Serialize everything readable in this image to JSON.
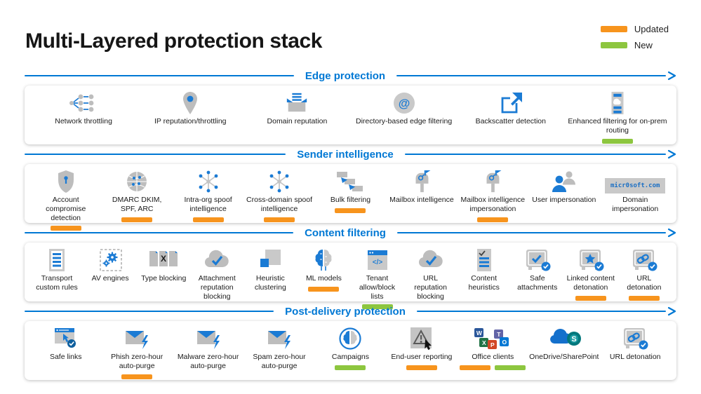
{
  "title": "Multi-Layered protection stack",
  "legend": {
    "items": [
      {
        "key": "updated",
        "label": "Updated",
        "color": "#F7941D"
      },
      {
        "key": "new",
        "label": "New",
        "color": "#8DC63F"
      }
    ]
  },
  "colors": {
    "accent_blue": "#0078D4",
    "updated_orange": "#F7941D",
    "new_green": "#8DC63F",
    "icon_gray": "#BDBDBD",
    "icon_blue": "#1B7BD4"
  },
  "sections": [
    {
      "id": "edge-protection",
      "header": "Edge protection",
      "items": [
        {
          "label": "Network throttling",
          "icon": "network-icon",
          "badges": []
        },
        {
          "label": "IP reputation/throttling",
          "icon": "pin-icon",
          "badges": []
        },
        {
          "label": "Domain reputation",
          "icon": "mail-tray-icon",
          "badges": []
        },
        {
          "label": "Directory-based edge filtering",
          "icon": "at-circle-icon",
          "icon_text": "@",
          "badges": []
        },
        {
          "label": "Backscatter detection",
          "icon": "share-square-icon",
          "badges": []
        },
        {
          "label": "Enhanced filtering for on-prem routing",
          "icon": "server-filter-icon",
          "badges": [
            "new"
          ]
        }
      ]
    },
    {
      "id": "sender-intelligence",
      "header": "Sender intelligence",
      "items": [
        {
          "label": "Account compromise detection",
          "icon": "shield-icon",
          "badges": [
            "updated"
          ]
        },
        {
          "label": "DMARC DKIM, SPF, ARC",
          "icon": "globe-icon",
          "badges": [
            "updated"
          ]
        },
        {
          "label": "Intra-org spoof intelligence",
          "icon": "spoke-icon",
          "badges": [
            "updated"
          ]
        },
        {
          "label": "Cross-domain spoof intelligence",
          "icon": "spoke-icon",
          "badges": [
            "updated"
          ]
        },
        {
          "label": "Bulk filtering",
          "icon": "stairs-icon",
          "badges": [
            "updated"
          ]
        },
        {
          "label": "Mailbox intelligence",
          "icon": "mailbox-icon",
          "badges": []
        },
        {
          "label": "Mailbox intelligence impersonation",
          "icon": "mailbox-icon",
          "badges": [
            "updated"
          ]
        },
        {
          "label": "User impersonation",
          "icon": "people-icon",
          "badges": []
        },
        {
          "label": "Domain impersonation",
          "icon": "domain-text-icon",
          "icon_text": "micr0soft.com",
          "badges": []
        }
      ]
    },
    {
      "id": "content-filtering",
      "header": "Content filtering",
      "items": [
        {
          "label": "Transport custom rules",
          "icon": "doc-lines-icon",
          "badges": []
        },
        {
          "label": "AV engines",
          "icon": "gear-icon",
          "badges": []
        },
        {
          "label": "Type blocking",
          "icon": "files-x-icon",
          "icon_text": "X",
          "badges": []
        },
        {
          "label": "Attachment reputation blocking",
          "icon": "cloud-check-icon",
          "badges": []
        },
        {
          "label": "Heuristic clustering",
          "icon": "squares-icon",
          "badges": []
        },
        {
          "label": "ML models",
          "icon": "brain-icon",
          "badges": [
            "updated"
          ]
        },
        {
          "label": "Tenant allow/block lists",
          "icon": "code-window-icon",
          "icon_text": "</>",
          "badges": [
            "new"
          ]
        },
        {
          "label": "URL reputation blocking",
          "icon": "cloud-check-icon",
          "badges": []
        },
        {
          "label": "Content heuristics",
          "icon": "doc-check-icon",
          "badges": []
        },
        {
          "label": "Safe attachments",
          "icon": "vault-check-icon",
          "badges": []
        },
        {
          "label": "Linked content detonation",
          "icon": "vault-star-icon",
          "badges": [
            "updated"
          ]
        },
        {
          "label": "URL detonation",
          "icon": "vault-link-icon",
          "badges": [
            "updated"
          ]
        }
      ]
    },
    {
      "id": "post-delivery-protection",
      "header": "Post-delivery protection",
      "items": [
        {
          "label": "Safe links",
          "icon": "browser-hand-icon",
          "badges": []
        },
        {
          "label": "Phish zero-hour auto-purge",
          "icon": "mail-zap-icon",
          "badges": [
            "updated"
          ]
        },
        {
          "label": "Malware zero-hour auto-purge",
          "icon": "mail-zap-icon",
          "badges": []
        },
        {
          "label": "Spam zero-hour auto-purge",
          "icon": "mail-zap-icon",
          "badges": []
        },
        {
          "label": "Campaigns",
          "icon": "brain-circle-icon",
          "badges": [
            "new"
          ]
        },
        {
          "label": "End-user reporting",
          "icon": "warning-cursor-icon",
          "badges": [
            "updated"
          ]
        },
        {
          "label": "Office clients",
          "icon": "office-logos-icon",
          "badges": [
            "updated",
            "new"
          ],
          "icon_letters": [
            {
              "ch": "W",
              "color": "#2B579A"
            },
            {
              "ch": "X",
              "color": "#217346"
            },
            {
              "ch": "P",
              "color": "#D24726"
            },
            {
              "ch": "T",
              "color": "#6264A7"
            },
            {
              "ch": "O",
              "color": "#0078D4"
            }
          ]
        },
        {
          "label": "OneDrive/SharePoint",
          "icon": "onedrive-sharepoint-icon",
          "icon_text": "S",
          "badges": []
        },
        {
          "label": "URL detonation",
          "icon": "vault-link-icon",
          "badges": []
        }
      ]
    }
  ]
}
